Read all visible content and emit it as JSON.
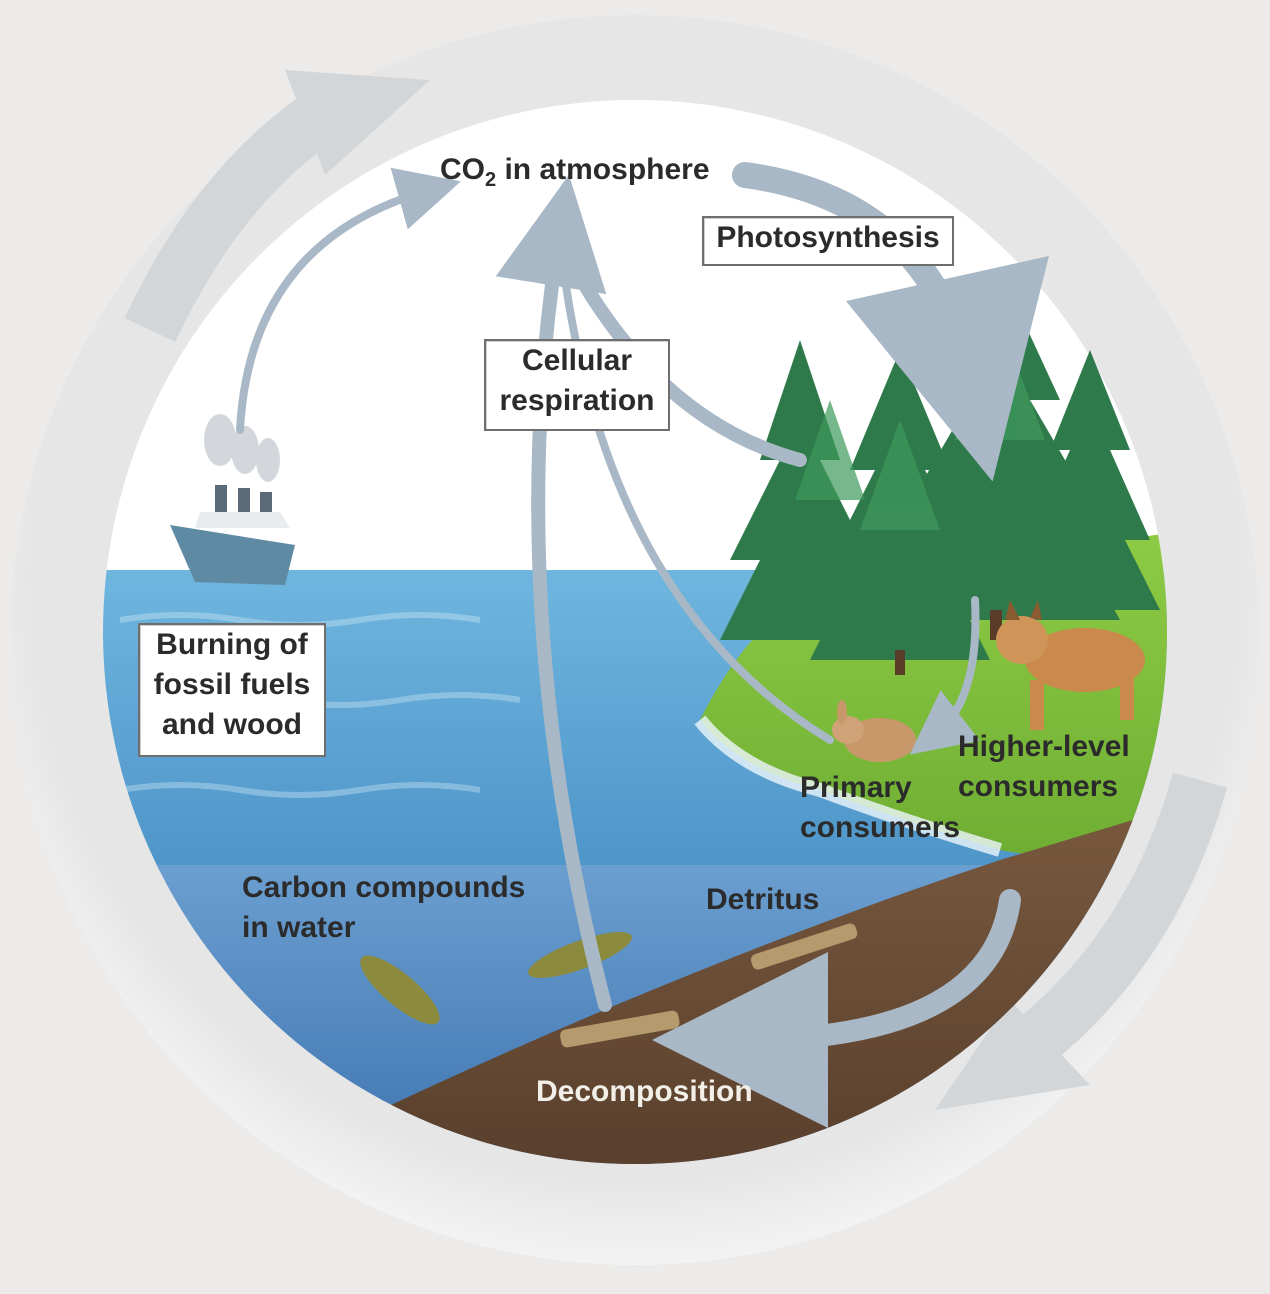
{
  "labels": {
    "co2_prefix": "CO",
    "co2_subscript": "2",
    "co2_suffix": " in atmosphere",
    "photosynthesis": "Photosynthesis",
    "cellular_respiration": [
      "Cellular",
      "respiration"
    ],
    "burning": [
      "Burning of",
      "fossil fuels",
      "and wood"
    ],
    "primary_consumers": [
      "Primary",
      "consumers"
    ],
    "higher_level_consumers": [
      "Higher-level",
      "consumers"
    ],
    "carbon_compounds": [
      "Carbon compounds",
      "in water"
    ],
    "detritus": "Detritus",
    "decomposition": "Decomposition"
  },
  "colors": {
    "background": "#ecebea",
    "outer_ring": "#dcdcdc",
    "sky": "#ffffff",
    "water": "#5fa7d4",
    "deep_water": "#4f86bf",
    "land": "#7fbf3c",
    "soil": "#6b4f3a",
    "arrow": "#a9b8c6"
  }
}
